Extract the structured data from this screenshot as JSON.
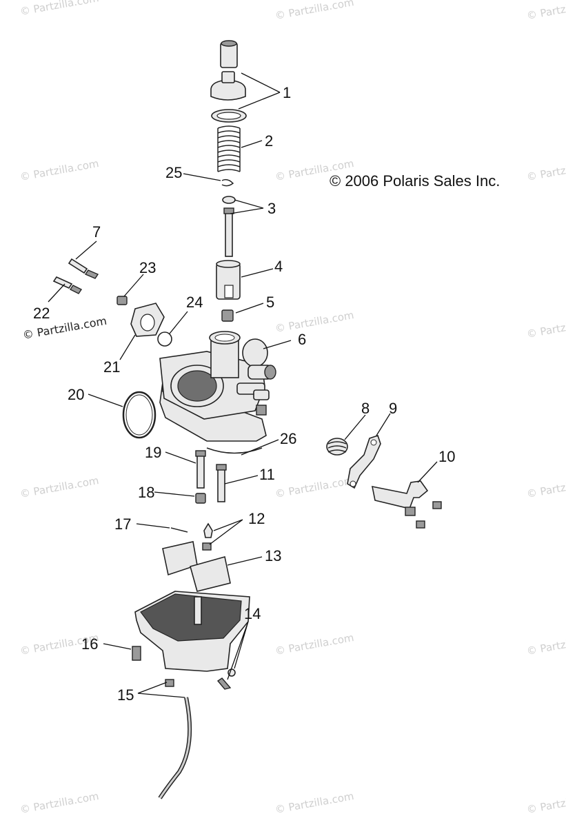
{
  "copyright": "© 2006 Polaris Sales Inc.",
  "watermark": "© Partzilla.com",
  "callouts": [
    "1",
    "2",
    "3",
    "4",
    "5",
    "6",
    "7",
    "8",
    "9",
    "10",
    "11",
    "12",
    "13",
    "14",
    "15",
    "16",
    "17",
    "18",
    "19",
    "20",
    "21",
    "22",
    "23",
    "24",
    "25",
    "26"
  ]
}
